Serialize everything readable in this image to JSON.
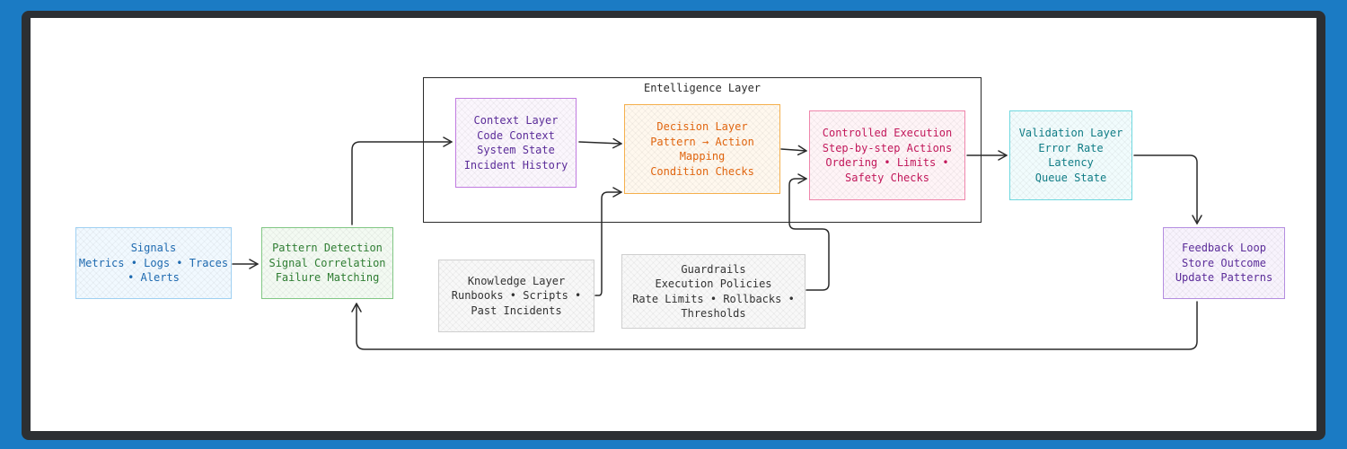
{
  "diagram": {
    "container": {
      "title": "Entelligence Layer"
    },
    "nodes": [
      {
        "id": "signals",
        "lines": [
          "Signals",
          "Metrics • Logs • Traces",
          "• Alerts"
        ],
        "color": "#1e6ab0",
        "border": "#9fd0f2",
        "fill": "#f1f9ff"
      },
      {
        "id": "pattern-detection",
        "lines": [
          "Pattern Detection",
          "Signal Correlation",
          "Failure Matching"
        ],
        "color": "#2e7d32",
        "border": "#81c784",
        "fill": "#f3faf2"
      },
      {
        "id": "context-layer",
        "lines": [
          "Context Layer",
          "Code Context",
          "System State",
          "Incident History"
        ],
        "color": "#5b2c99",
        "border": "#c17be0",
        "fill": "#fbf6fd"
      },
      {
        "id": "decision-layer",
        "lines": [
          "Decision Layer",
          "Pattern → Action",
          "Mapping",
          "Condition Checks"
        ],
        "color": "#e0650f",
        "border": "#f5b04d",
        "fill": "#fff8ee"
      },
      {
        "id": "controlled-execution",
        "lines": [
          "Controlled Execution",
          "Step-by-step Actions",
          "Ordering • Limits •",
          "Safety Checks"
        ],
        "color": "#c2185b",
        "border": "#ef86ac",
        "fill": "#fff4f7"
      },
      {
        "id": "validation-layer",
        "lines": [
          "Validation Layer",
          "Error Rate",
          "Latency",
          "Queue State"
        ],
        "color": "#0f7c85",
        "border": "#6fd8df",
        "fill": "#f1fcfd"
      },
      {
        "id": "feedback-loop",
        "lines": [
          "Feedback Loop",
          "Store Outcome",
          "Update Patterns"
        ],
        "color": "#5b2c99",
        "border": "#b48de0",
        "fill": "#f8f3fd"
      },
      {
        "id": "knowledge-layer",
        "lines": [
          "Knowledge Layer",
          "Runbooks • Scripts •",
          "Past Incidents"
        ],
        "color": "#333333",
        "border": "#cfcfcf",
        "fill": "#f8f8f8"
      },
      {
        "id": "guardrails",
        "lines": [
          "Guardrails",
          "Execution Policies",
          "Rate Limits • Rollbacks •",
          "Thresholds"
        ],
        "color": "#333333",
        "border": "#cfcfcf",
        "fill": "#f8f8f8"
      }
    ]
  }
}
